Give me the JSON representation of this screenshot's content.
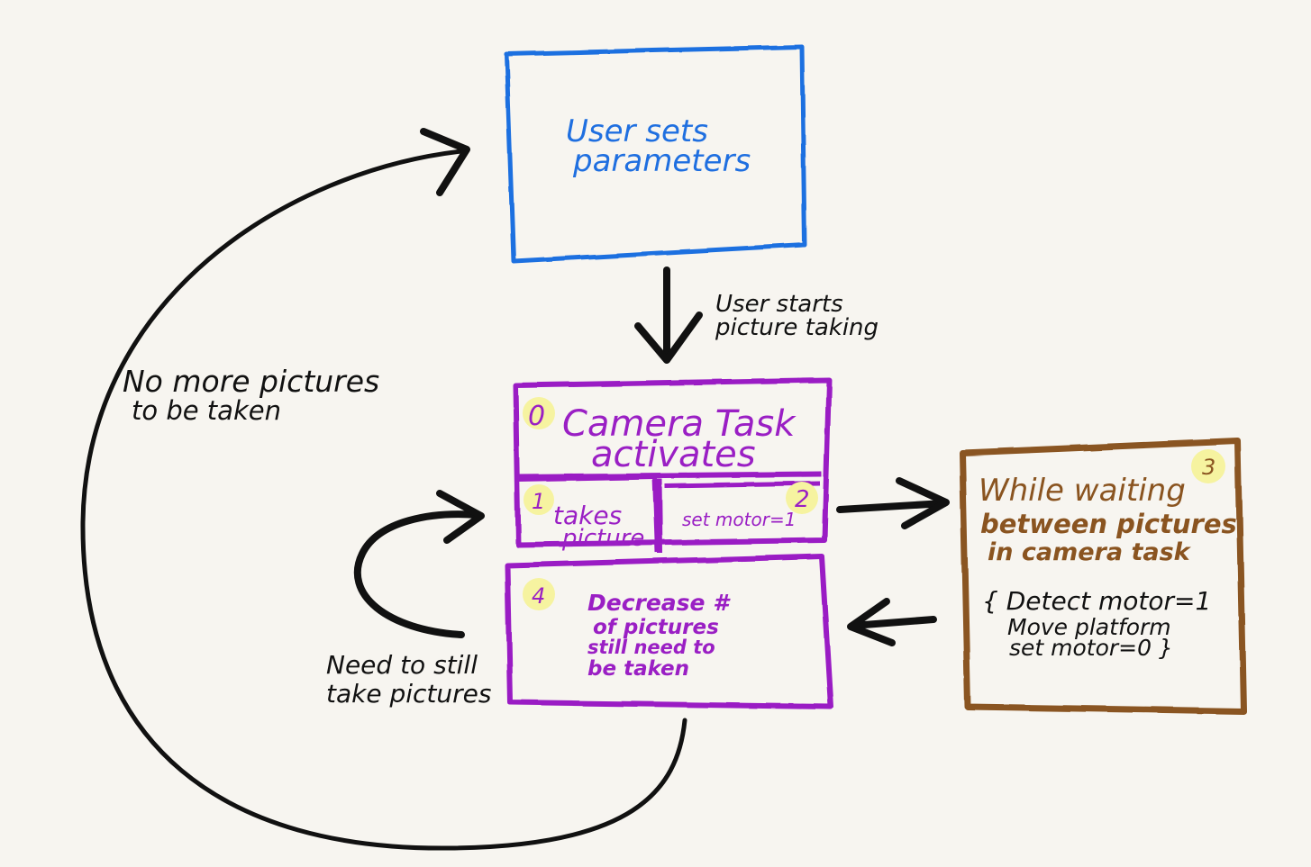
{
  "colors": {
    "blue": "#1f6fe0",
    "purple": "#9a1fc4",
    "brown": "#8a5420",
    "ink": "#111111",
    "highlight": "#f6f3a0",
    "background": "#f7f5f0"
  },
  "nodes": {
    "user_params": {
      "line1": "User sets",
      "line2": "parameters"
    },
    "camera_task": {
      "num": "0",
      "line1": "Camera Task",
      "line2": "activates"
    },
    "takes_picture": {
      "num": "1",
      "line1": "takes",
      "line2": "picture"
    },
    "set_motor": {
      "num": "2",
      "text": "set motor=1"
    },
    "decrease": {
      "num": "4",
      "line1": "Decrease #",
      "line2": "of pictures",
      "line3": "still need to",
      "line4": "be taken"
    },
    "waiting": {
      "num": "3",
      "line1": "While waiting",
      "line2": "between pictures",
      "line3": "in camera task",
      "line4": "{ Detect motor=1",
      "line5": "Move platform",
      "line6": "set motor=0 }"
    }
  },
  "edges": {
    "user_starts": {
      "line1": "User starts",
      "line2": "picture taking"
    },
    "no_more": {
      "line1": "No more pictures",
      "line2": "to be taken"
    },
    "need_still": {
      "line1": "Need to still",
      "line2": "take pictures"
    }
  }
}
